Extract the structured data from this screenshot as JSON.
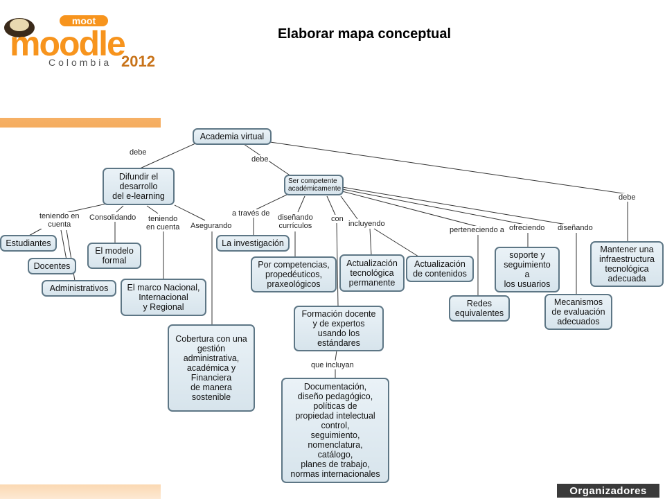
{
  "slide": {
    "title": "Elaborar mapa conceptual",
    "footer_label": "Organizadores"
  },
  "logo": {
    "top_word": "moot",
    "brand": "moodle",
    "country": "Colombia",
    "year": "2012"
  },
  "concept_map": {
    "nodes": {
      "academia": "Academia virtual",
      "difundir": "Difundir el\ndesarrollo\ndel e-learning",
      "ser": "Ser competente\nacadémicamente",
      "mantener": "Mantener una\ninfraestructura\ntecnológica\nadecuada",
      "estudiantes": "Estudiantes",
      "docentes": "Docentes",
      "administrativos": "Administrativos",
      "modelo": "El modelo\nformal",
      "marco": "El marco Nacional,\nInternacional\ny Regional",
      "cobertura": "Cobertura con una\ngestión\nadministrativa,\nacadémica y\nFinanciera\nde manera\nsostenible",
      "investigacion": "La investigación",
      "competencias": "Por competencias,\npropedéuticos,\npraxeológicos",
      "actualizacion_tec": "Actualización\ntecnológica\npermanente",
      "actualizacion_cont": "Actualización\nde contenidos",
      "formacion": "Formación docente\ny de expertos\nusando los\nestándares",
      "documentacion": "Documentación,\ndiseño pedagógico,\npolíticas de\npropiedad intelectual\ncontrol,\nseguimiento,\nnomenclatura,\ncatálogo,\nplanes de trabajo,\nnormas internacionales",
      "redes": "Redes\nequivalentes",
      "soporte": "soporte y\nseguimiento\na\nlos usuarios",
      "mecanismos": "Mecanismos\nde evaluación\nadecuados"
    },
    "links": {
      "debe_1": "debe",
      "debe_2": "debe",
      "debe_3": "debe",
      "teniendo_en_cuenta_1": "teniendo en\ncuenta",
      "consolidando": "Consolidando",
      "teniendo_en_cuenta_2": "teniendo\nen cuenta",
      "asegurando": "Asegurando",
      "a_traves_de": "a través de",
      "disenando_curriculos": "diseñando\ncurrículos",
      "con": "con",
      "incluyendo": "incluyendo",
      "perteneciendo_a": "perteneciendo a",
      "ofreciendo": "ofreciendo",
      "disenando": "diseñando",
      "que_incluyan": "que incluyan"
    }
  }
}
